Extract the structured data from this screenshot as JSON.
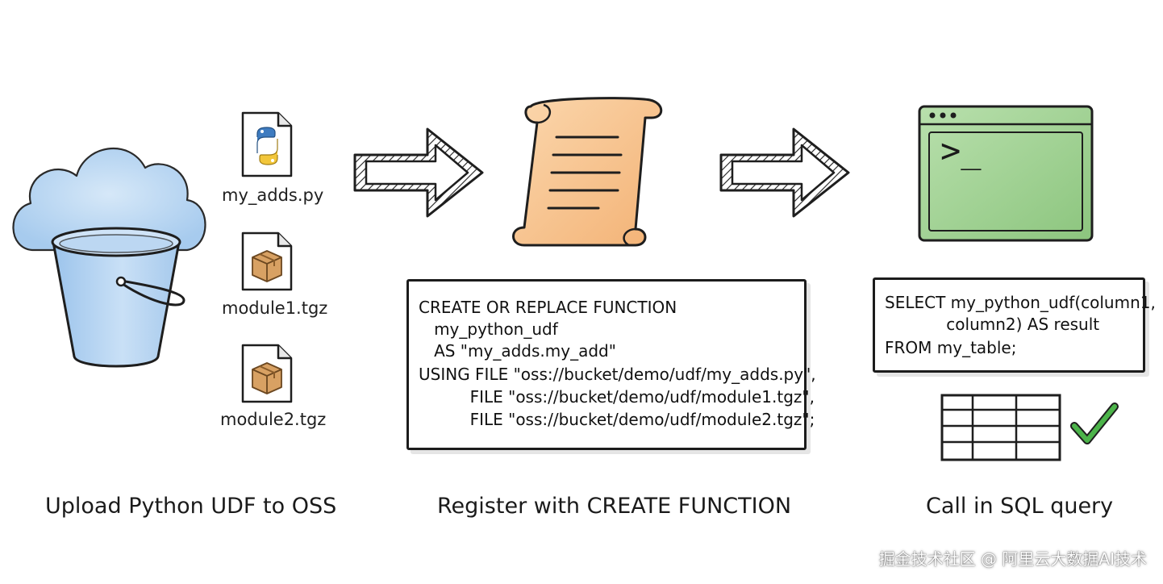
{
  "files": [
    {
      "label": "my_adds.py",
      "icon": "python-file-icon"
    },
    {
      "label": "module1.tgz",
      "icon": "package-file-icon"
    },
    {
      "label": "module2.tgz",
      "icon": "package-file-icon"
    }
  ],
  "register_code": {
    "lines": [
      "CREATE OR REPLACE FUNCTION",
      "   my_python_udf",
      "   AS \"my_adds.my_add\"",
      "USING FILE \"oss://bucket/demo/udf/my_adds.py\",",
      "          FILE \"oss://bucket/demo/udf/module1.tgz\",",
      "          FILE \"oss://bucket/demo/udf/module2.tgz\";"
    ]
  },
  "query_code": {
    "lines": [
      "SELECT my_python_udf(column1,",
      "            column2) AS result",
      "FROM my_table;"
    ]
  },
  "terminal": {
    "prompt": ">_"
  },
  "captions": {
    "upload": "Upload Python UDF to OSS",
    "register": "Register with CREATE FUNCTION",
    "call": "Call in SQL query"
  },
  "watermark": "掘金技术社区 @ 阿里云大数据AI技术",
  "colors": {
    "cloud_blue": "#a9cdee",
    "scroll_orange": "#f6c08a",
    "terminal_green": "#9ccf8f",
    "check_green": "#4cb44a"
  }
}
